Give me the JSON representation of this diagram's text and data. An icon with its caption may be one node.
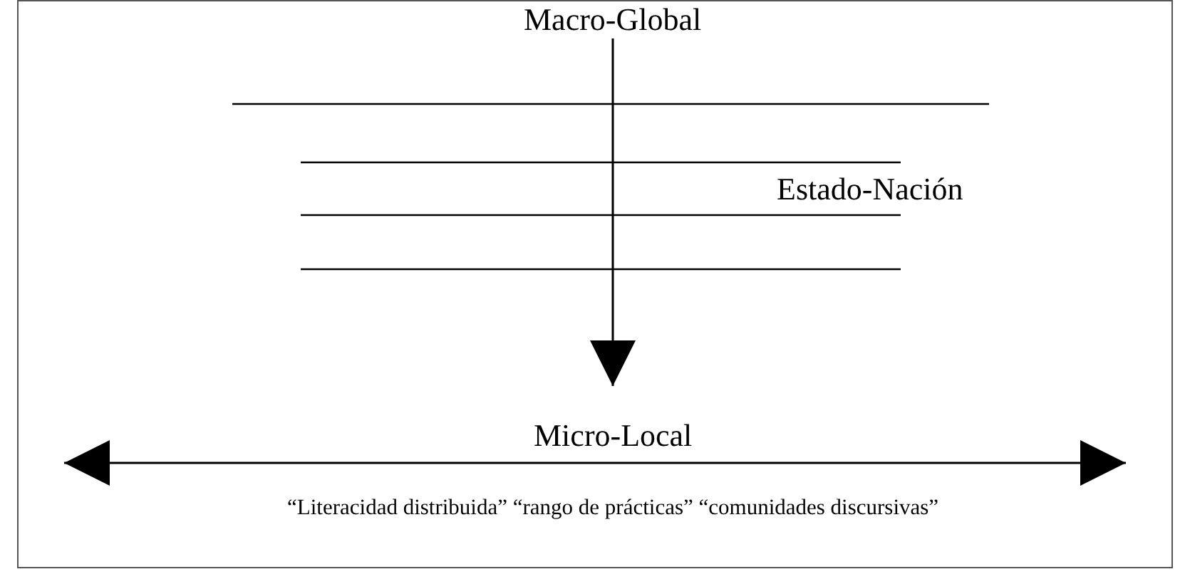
{
  "diagram": {
    "nodes": [
      {
        "text": [
          "Macro-Global"
        ]
      },
      {
        "text": [
          "Micro-Local"
        ]
      }
    ],
    "edges": [
      {
        "from": 0,
        "to": 1,
        "arrow": "to"
      }
    ],
    "labels": [
      "Estado-Nación",
      "“Literacidad distribuida” “rango de prácticas” “comunidades discursivas”"
    ]
  }
}
